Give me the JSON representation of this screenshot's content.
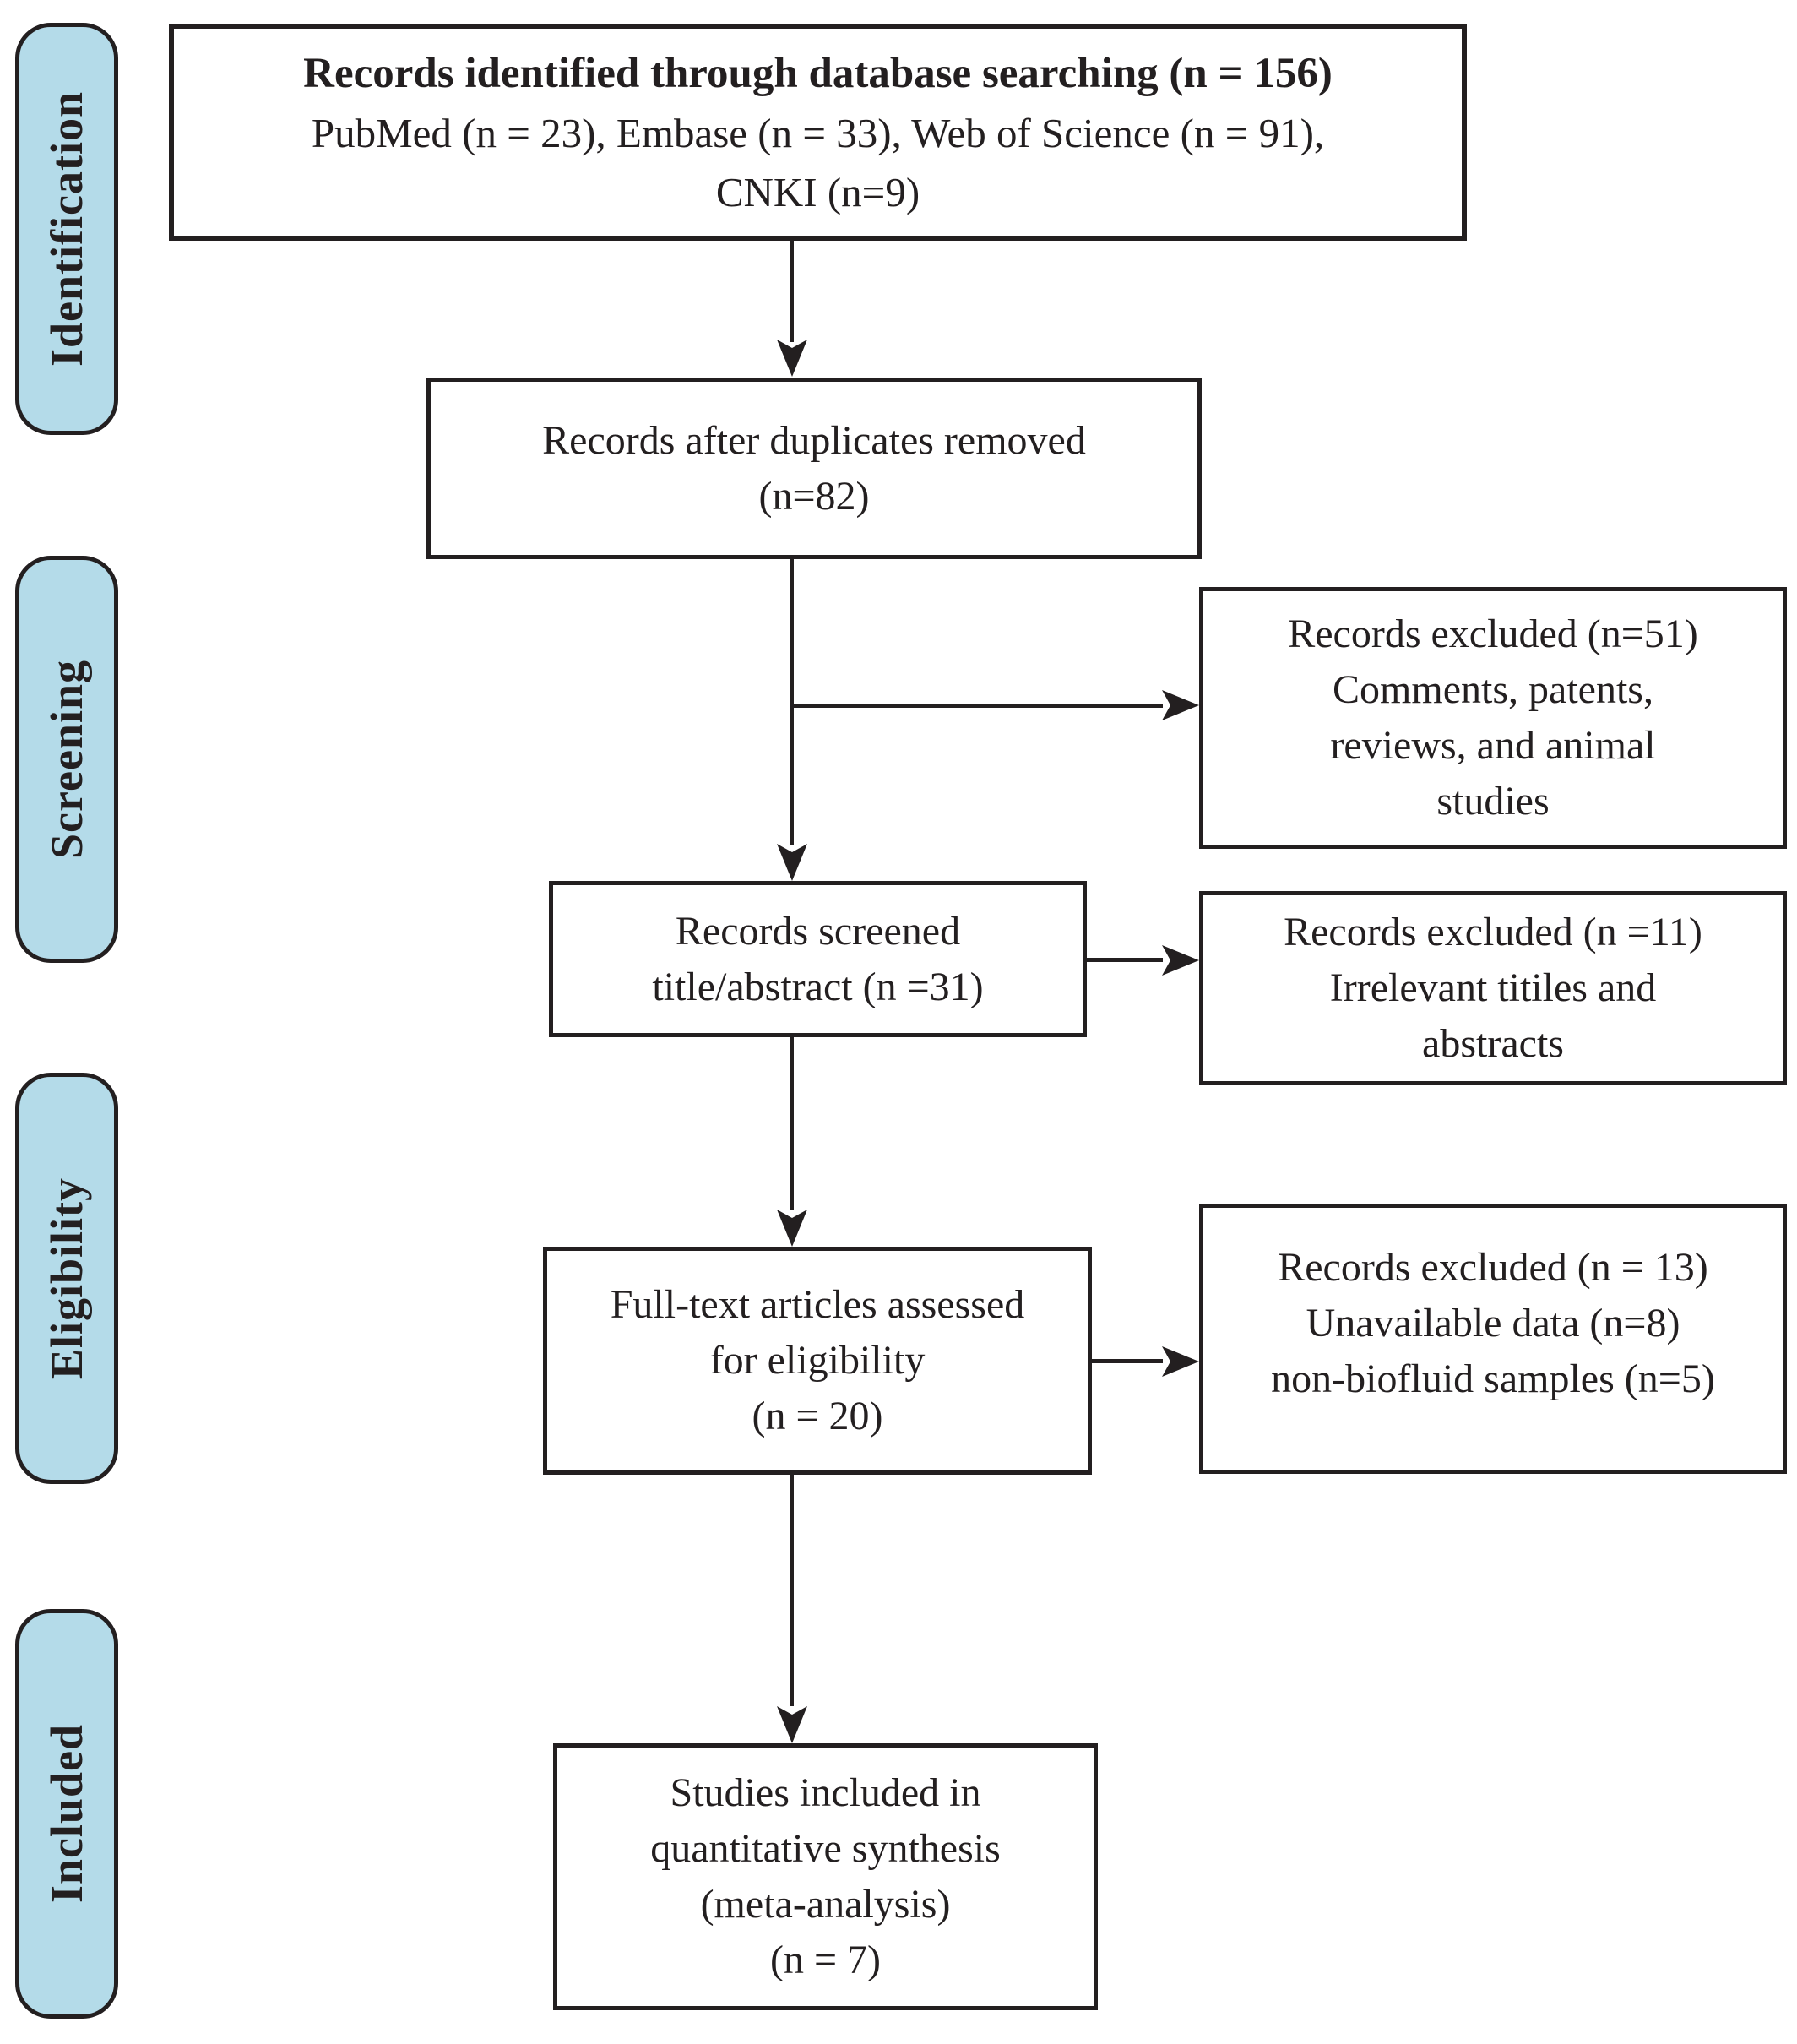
{
  "diagram_type": "prisma-flowchart",
  "stages": [
    {
      "label": "Identification"
    },
    {
      "label": "Screening"
    },
    {
      "label": "Eligibility"
    },
    {
      "label": "Included"
    }
  ],
  "boxes": {
    "identified": {
      "bold_line": "Records identified through database searching (n = 156)",
      "lines": [
        "PubMed (n = 23), Embase (n = 33), Web of Science (n = 91),",
        "CNKI (n=9)"
      ]
    },
    "duplicates_removed": {
      "lines": [
        "Records after duplicates removed",
        "(n=82)"
      ]
    },
    "excluded_screening": {
      "lines": [
        "Records excluded (n=51)",
        "Comments, patents,",
        "reviews, and animal",
        "studies"
      ]
    },
    "records_screened": {
      "lines": [
        "Records screened",
        "title/abstract (n =31)"
      ]
    },
    "excluded_title_abstract": {
      "lines": [
        "Records excluded (n =11)",
        "Irrelevant titiles and",
        "abstracts"
      ]
    },
    "full_text": {
      "lines": [
        "Full-text articles assessed",
        "for eligibility",
        "(n = 20)"
      ]
    },
    "excluded_full_text": {
      "lines": [
        "Records excluded (n = 13)",
        "Unavailable data (n=8)",
        "non-biofluid samples (n=5)"
      ]
    },
    "included_studies": {
      "lines": [
        "Studies included in",
        "quantitative synthesis",
        "(meta-analysis)",
        "(n = 7)"
      ]
    }
  },
  "colors": {
    "stage_fill": "#b4dbe9",
    "ink": "#231f20",
    "box_bg": "#ffffff"
  }
}
